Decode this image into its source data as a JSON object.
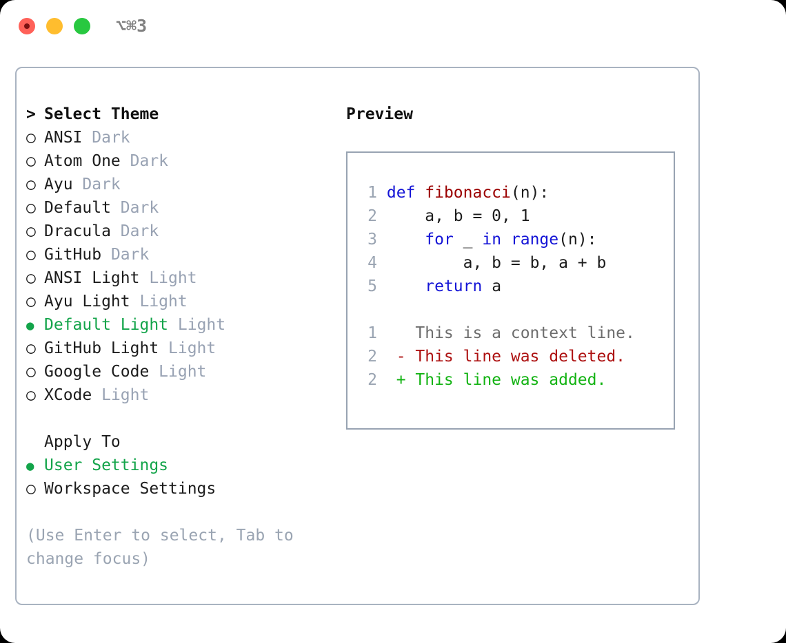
{
  "titlebar": {
    "shortcut": "⌥⌘3",
    "buttons": {
      "close": "close-button",
      "minimize": "minimize-button",
      "maximize": "maximize-button"
    }
  },
  "colors": {
    "accent_green": "#13a44a",
    "muted": "#98a2b3",
    "border": "#a9b3c1",
    "keyword_blue": "#1414d6",
    "function_red": "#9b0000",
    "diff_add": "#13b313",
    "diff_del": "#ad1111",
    "traffic_red": "#ff6159",
    "traffic_yellow": "#ffbd2e",
    "traffic_green": "#28c840"
  },
  "theme_picker": {
    "header": "Select Theme",
    "header_marker": ">",
    "marker_unselected": "○",
    "marker_selected": "●",
    "items": [
      {
        "name": "ANSI",
        "tag": "Dark",
        "selected": false
      },
      {
        "name": "Atom One",
        "tag": "Dark",
        "selected": false
      },
      {
        "name": "Ayu",
        "tag": "Dark",
        "selected": false
      },
      {
        "name": "Default",
        "tag": "Dark",
        "selected": false
      },
      {
        "name": "Dracula",
        "tag": "Dark",
        "selected": false
      },
      {
        "name": "GitHub",
        "tag": "Dark",
        "selected": false
      },
      {
        "name": "ANSI Light",
        "tag": "Light",
        "selected": false
      },
      {
        "name": "Ayu Light",
        "tag": "Light",
        "selected": false
      },
      {
        "name": "Default Light",
        "tag": "Light",
        "selected": true
      },
      {
        "name": "GitHub Light",
        "tag": "Light",
        "selected": false
      },
      {
        "name": "Google Code",
        "tag": "Light",
        "selected": false
      },
      {
        "name": "XCode",
        "tag": "Light",
        "selected": false
      }
    ]
  },
  "apply_to": {
    "header": "Apply To",
    "items": [
      {
        "name": "User Settings",
        "selected": true
      },
      {
        "name": "Workspace Settings",
        "selected": false
      }
    ]
  },
  "help_text": "(Use Enter to select, Tab to change focus)",
  "preview": {
    "title": "Preview",
    "code_lines": [
      {
        "num": "1",
        "tokens": [
          {
            "t": "def ",
            "c": "kw"
          },
          {
            "t": "fibonacci",
            "c": "fn"
          },
          {
            "t": "(n):",
            "c": "plain"
          }
        ]
      },
      {
        "num": "2",
        "tokens": [
          {
            "t": "    a, b = 0, 1",
            "c": "plain"
          }
        ]
      },
      {
        "num": "3",
        "tokens": [
          {
            "t": "    ",
            "c": "plain"
          },
          {
            "t": "for",
            "c": "kw"
          },
          {
            "t": " _ ",
            "c": "plain"
          },
          {
            "t": "in ",
            "c": "kw"
          },
          {
            "t": "range",
            "c": "kw"
          },
          {
            "t": "(n):",
            "c": "plain"
          }
        ]
      },
      {
        "num": "4",
        "tokens": [
          {
            "t": "        a, b = b, a + b",
            "c": "plain"
          }
        ]
      },
      {
        "num": "5",
        "tokens": [
          {
            "t": "    ",
            "c": "plain"
          },
          {
            "t": "return",
            "c": "kw"
          },
          {
            "t": " a",
            "c": "plain"
          }
        ]
      }
    ],
    "diff_lines": [
      {
        "num": "1",
        "sign": " ",
        "text": " This is a context line.",
        "c": "ctx"
      },
      {
        "num": "2",
        "sign": "-",
        "text": " This line was deleted.",
        "c": "del"
      },
      {
        "num": "2",
        "sign": "+",
        "text": " This line was added.",
        "c": "add"
      }
    ]
  }
}
